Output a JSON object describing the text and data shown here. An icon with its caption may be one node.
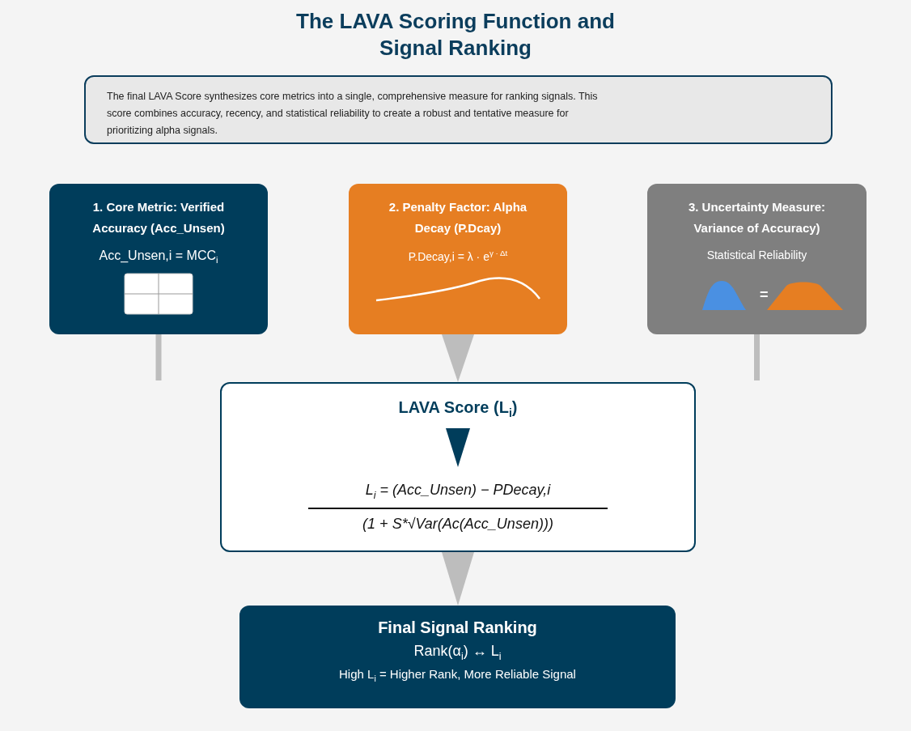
{
  "diagram": {
    "title": "The LAVA Scoring Function and Signal Ranking",
    "nodes": [
      {
        "text": [
          "The final LAVA Score synthesizes core metrics into a single, comprehensive measure for ranking signals. This score combines accuracy, recency, and statistical reliability to create a robust and tentative measure for prioritizing alpha signals."
        ]
      },
      {
        "text": [
          "1. Core Metric: Verified Accuracy (Acc_Unsen)",
          "Acc_Unsen,i = MCC$_{i}$"
        ]
      },
      {
        "text": [
          "2. Penalty Factor: Alpha Decay (P.Dcay)",
          "P.Decay,i = λ · e$^{γ · Δt}$"
        ]
      },
      {
        "text": [
          "3. Uncertainty Measure: Variance of Accuracy)",
          "Statistical Reliability"
        ]
      },
      {
        "text": [
          "LAVA Score (L$_{i}$)",
          "L$_{i}$ = (Acc_Unsen) − PDecay,i",
          "(1 + S*√Var(Ac(Acc_Unsen)))"
        ]
      },
      {
        "text": [
          "Final Signal Ranking",
          "Rank(α$_{i}$) ↔ L$_{i}$",
          "High L$_{i}$ = Higher Rank, More Reliable Signal"
        ]
      }
    ],
    "edges": [
      {
        "from": 1,
        "to": null,
        "arrow": "none"
      },
      {
        "from": 2,
        "to": 4,
        "arrow": "to"
      },
      {
        "from": 3,
        "to": null,
        "arrow": "none"
      },
      {
        "from": 4,
        "to": 5,
        "arrow": "to"
      }
    ],
    "labels": [
      "="
    ]
  }
}
